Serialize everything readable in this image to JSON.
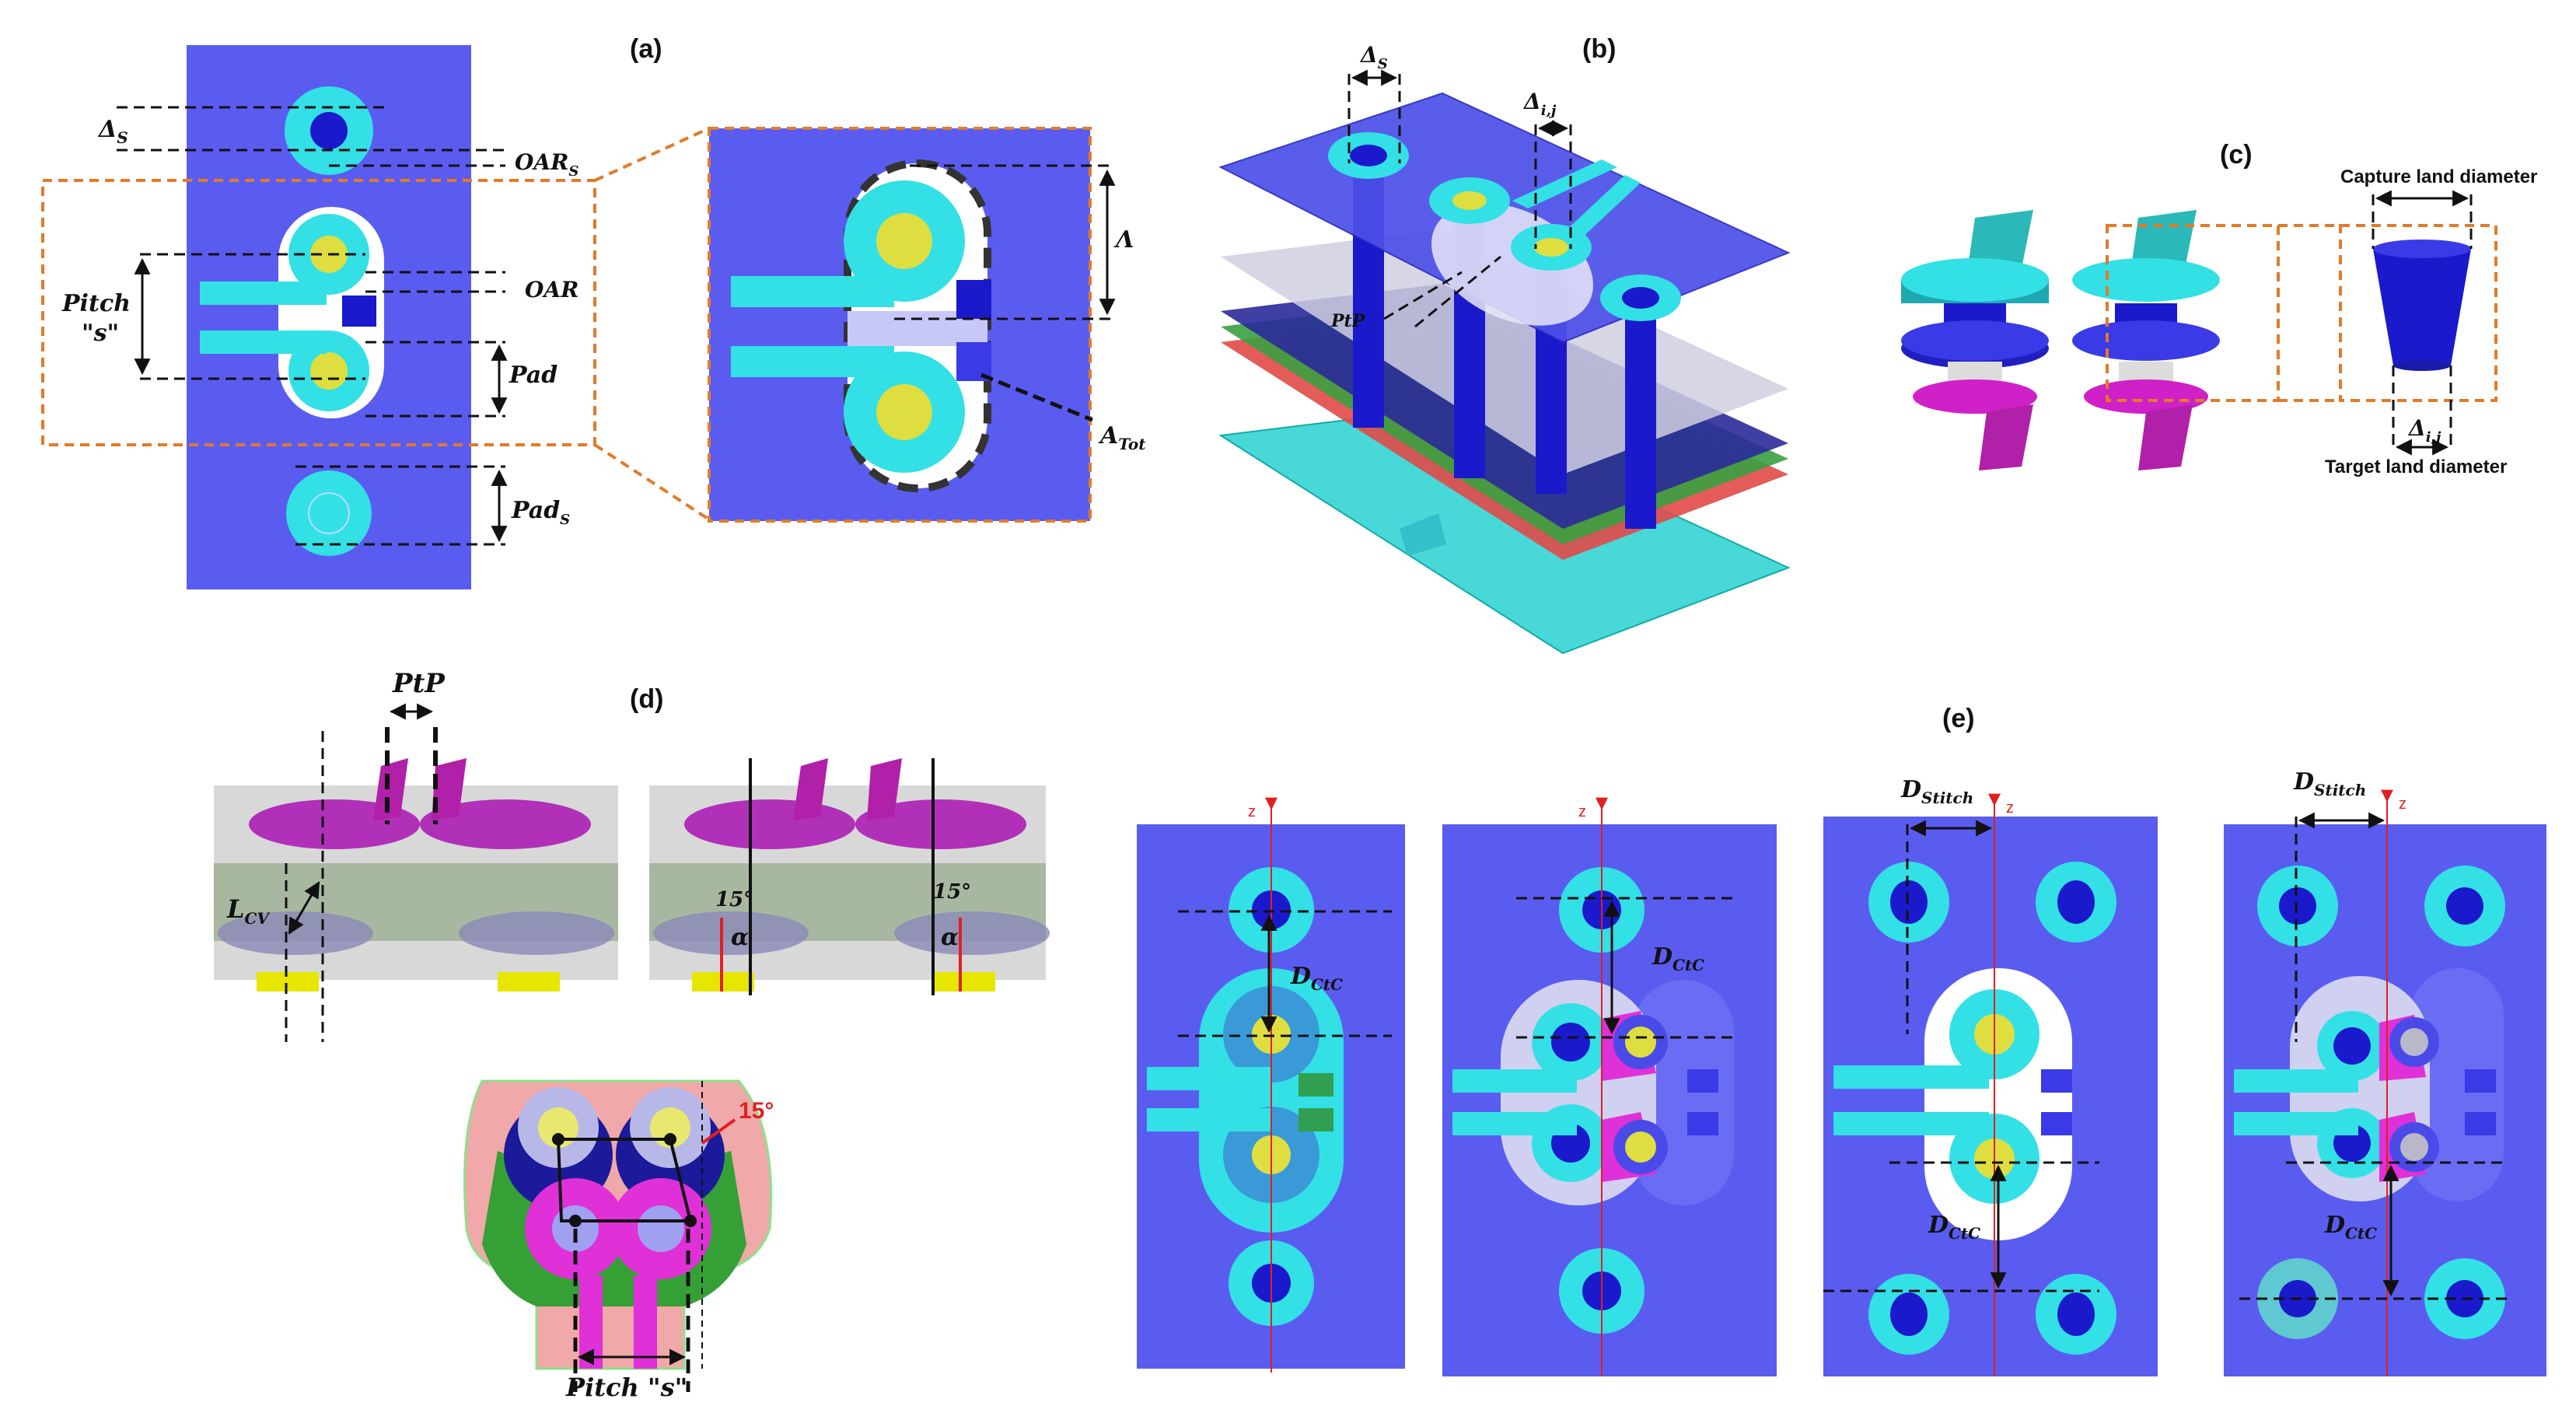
{
  "panels": {
    "a": "(a)",
    "b": "(b)",
    "c": "(c)",
    "d": "(d)",
    "e": "(e)"
  },
  "labels": {
    "delta_s": "Δ",
    "delta_s_sub": "S",
    "oar_s": "OAR",
    "oar_s_sub": "S",
    "oar": "OAR",
    "pitch": "Pitch",
    "pitch_s": "\"s\"",
    "pad": "Pad",
    "pad_s": "Pad",
    "pad_s_sub": "S",
    "lambda": "Λ",
    "a_tot": "A",
    "a_tot_sub": "Tot",
    "delta_ij": "Δ",
    "delta_ij_sub": "i,j",
    "ptp_b": "PtP",
    "capture": "Capture land diameter",
    "target": "Target land diameter",
    "ptp_d": "PtP",
    "lcv": "L",
    "lcv_sub": "CV",
    "deg15a": "15°",
    "deg15b": "15°",
    "deg15c": "15°",
    "alpha": "α",
    "pitch_d": "Pitch \"s\"",
    "z": "z",
    "dctc": "D",
    "dctc_sub": "CtC",
    "dstitch": "D",
    "dstitch_sub": "Stitch"
  },
  "colors": {
    "board_blue": "#5a5cf0",
    "cyan": "#33e0e6",
    "dark_blue": "#1a1acc",
    "yellow": "#dede40",
    "white": "#ffffff",
    "magenta": "#d020c8",
    "orange": "#e07b2a",
    "red": "#e02020"
  }
}
